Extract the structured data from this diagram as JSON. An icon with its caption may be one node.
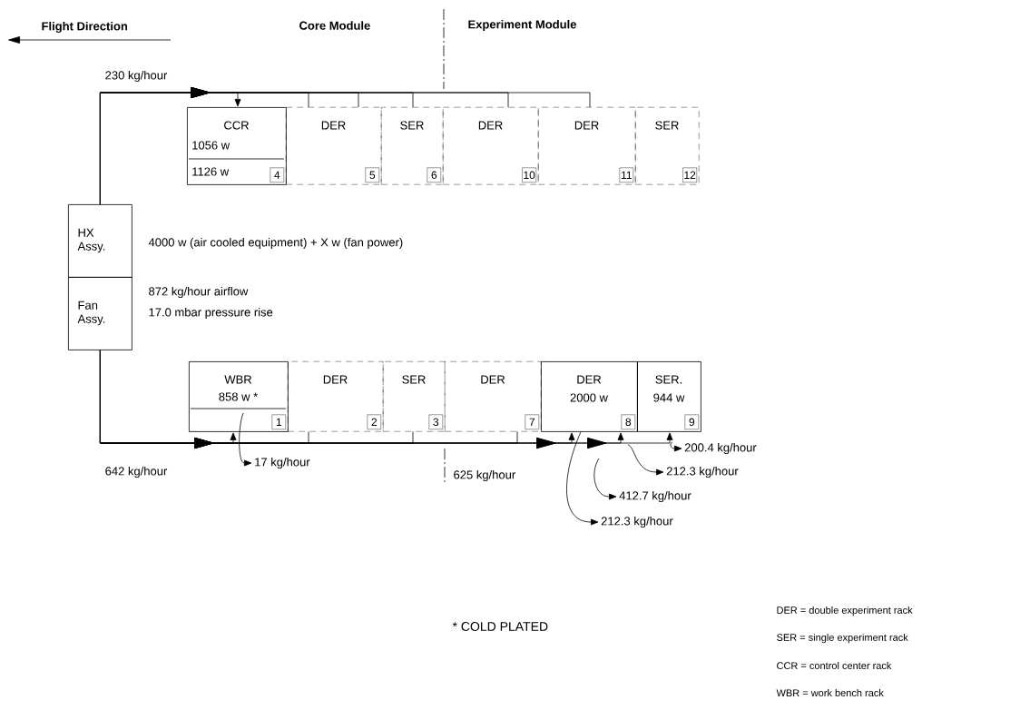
{
  "diagram": {
    "nodes": [
      {
        "text": [
          "HX Assy."
        ]
      },
      {
        "text": [
          "Fan Assy."
        ]
      },
      {
        "text": [
          "CCR",
          "1056 w",
          "1126 w"
        ]
      },
      {
        "text": [
          "4"
        ],
        "in": 2
      },
      {
        "text": [
          "DER"
        ]
      },
      {
        "text": [
          "5"
        ],
        "in": 4
      },
      {
        "text": [
          "SER"
        ]
      },
      {
        "text": [
          "6"
        ],
        "in": 6
      },
      {
        "text": [
          "DER"
        ]
      },
      {
        "text": [
          "10"
        ],
        "in": 8
      },
      {
        "text": [
          "DER"
        ]
      },
      {
        "text": [
          "11"
        ],
        "in": 10
      },
      {
        "text": [
          "SER"
        ]
      },
      {
        "text": [
          "12"
        ],
        "in": 12
      },
      {
        "text": [
          "WBR",
          "858 w *"
        ]
      },
      {
        "text": [
          "1"
        ],
        "in": 14
      },
      {
        "text": [
          "DER"
        ]
      },
      {
        "text": [
          "2"
        ],
        "in": 16
      },
      {
        "text": [
          "SER"
        ]
      },
      {
        "text": [
          "3"
        ],
        "in": 18
      },
      {
        "text": [
          "DER"
        ]
      },
      {
        "text": [
          "7"
        ],
        "in": 20
      },
      {
        "text": [
          "DER",
          "2000 w"
        ]
      },
      {
        "text": [
          "8"
        ],
        "in": 22
      },
      {
        "text": [
          "SER.",
          "944 w"
        ]
      },
      {
        "text": [
          "9"
        ],
        "in": 24
      },
      {
        "text": [
          "17 kg/hour"
        ]
      },
      {
        "text": [
          "200.4 kg/hour"
        ]
      },
      {
        "text": [
          "212.3 kg/hour"
        ]
      },
      {
        "text": [
          "412.7 kg/hour"
        ]
      },
      {
        "text": [
          "212.3 kg/hour"
        ]
      }
    ],
    "edges": [
      {
        "from": 0,
        "to": 2,
        "arrow": "to",
        "label": "230 kg/hour"
      },
      {
        "from": 0,
        "to": 4,
        "arrow": "to"
      },
      {
        "from": 0,
        "to": 6,
        "arrow": "to"
      },
      {
        "from": 0,
        "to": 8,
        "arrow": "to"
      },
      {
        "from": 0,
        "to": 10,
        "arrow": "to"
      },
      {
        "from": 0,
        "to": 12,
        "arrow": "to"
      },
      {
        "from": 1,
        "to": 14,
        "arrow": "to",
        "label": "642 kg/hour"
      },
      {
        "from": 1,
        "to": 16,
        "arrow": "to"
      },
      {
        "from": 1,
        "to": 18,
        "arrow": "to"
      },
      {
        "from": 1,
        "to": 20,
        "arrow": "to"
      },
      {
        "from": 1,
        "to": 22,
        "arrow": "to"
      },
      {
        "from": 1,
        "to": 22,
        "arrow": "to"
      },
      {
        "from": 1,
        "to": 24,
        "arrow": "to"
      },
      {
        "from": null,
        "to": 26,
        "arrow": "to"
      },
      {
        "from": null,
        "to": 27,
        "arrow": "to"
      },
      {
        "from": null,
        "to": 28,
        "arrow": "to"
      },
      {
        "from": null,
        "to": 29,
        "arrow": "to"
      },
      {
        "from": 22,
        "to": 30,
        "arrow": "to"
      }
    ],
    "labels": [
      "Flight Direction",
      "Core Module",
      "Experiment Module",
      "4000 w (air cooled equipment) + X w (fan power)",
      "872 kg/hour airflow",
      "17.0 mbar pressure rise",
      "625 kg/hour",
      "* COLD PLATED",
      "DER = double experiment rack",
      "SER = single experiment rack",
      "CCR = control center rack",
      "WBR = work bench rack"
    ]
  }
}
